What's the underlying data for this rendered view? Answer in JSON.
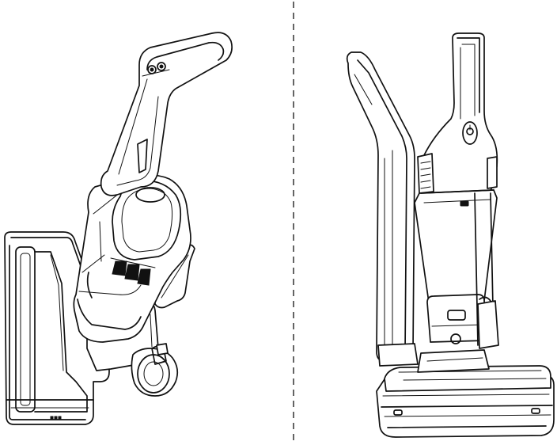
{
  "figure": {
    "panels": [
      {
        "id": "left",
        "view": "angled",
        "icon": "stick-vacuum-angled-view"
      },
      {
        "id": "right",
        "view": "side",
        "icon": "stick-vacuum-side-view"
      }
    ],
    "divider": {
      "style": "dashed",
      "color": "#111111"
    },
    "colors": {
      "line": "#111111",
      "background": "#ffffff"
    }
  }
}
